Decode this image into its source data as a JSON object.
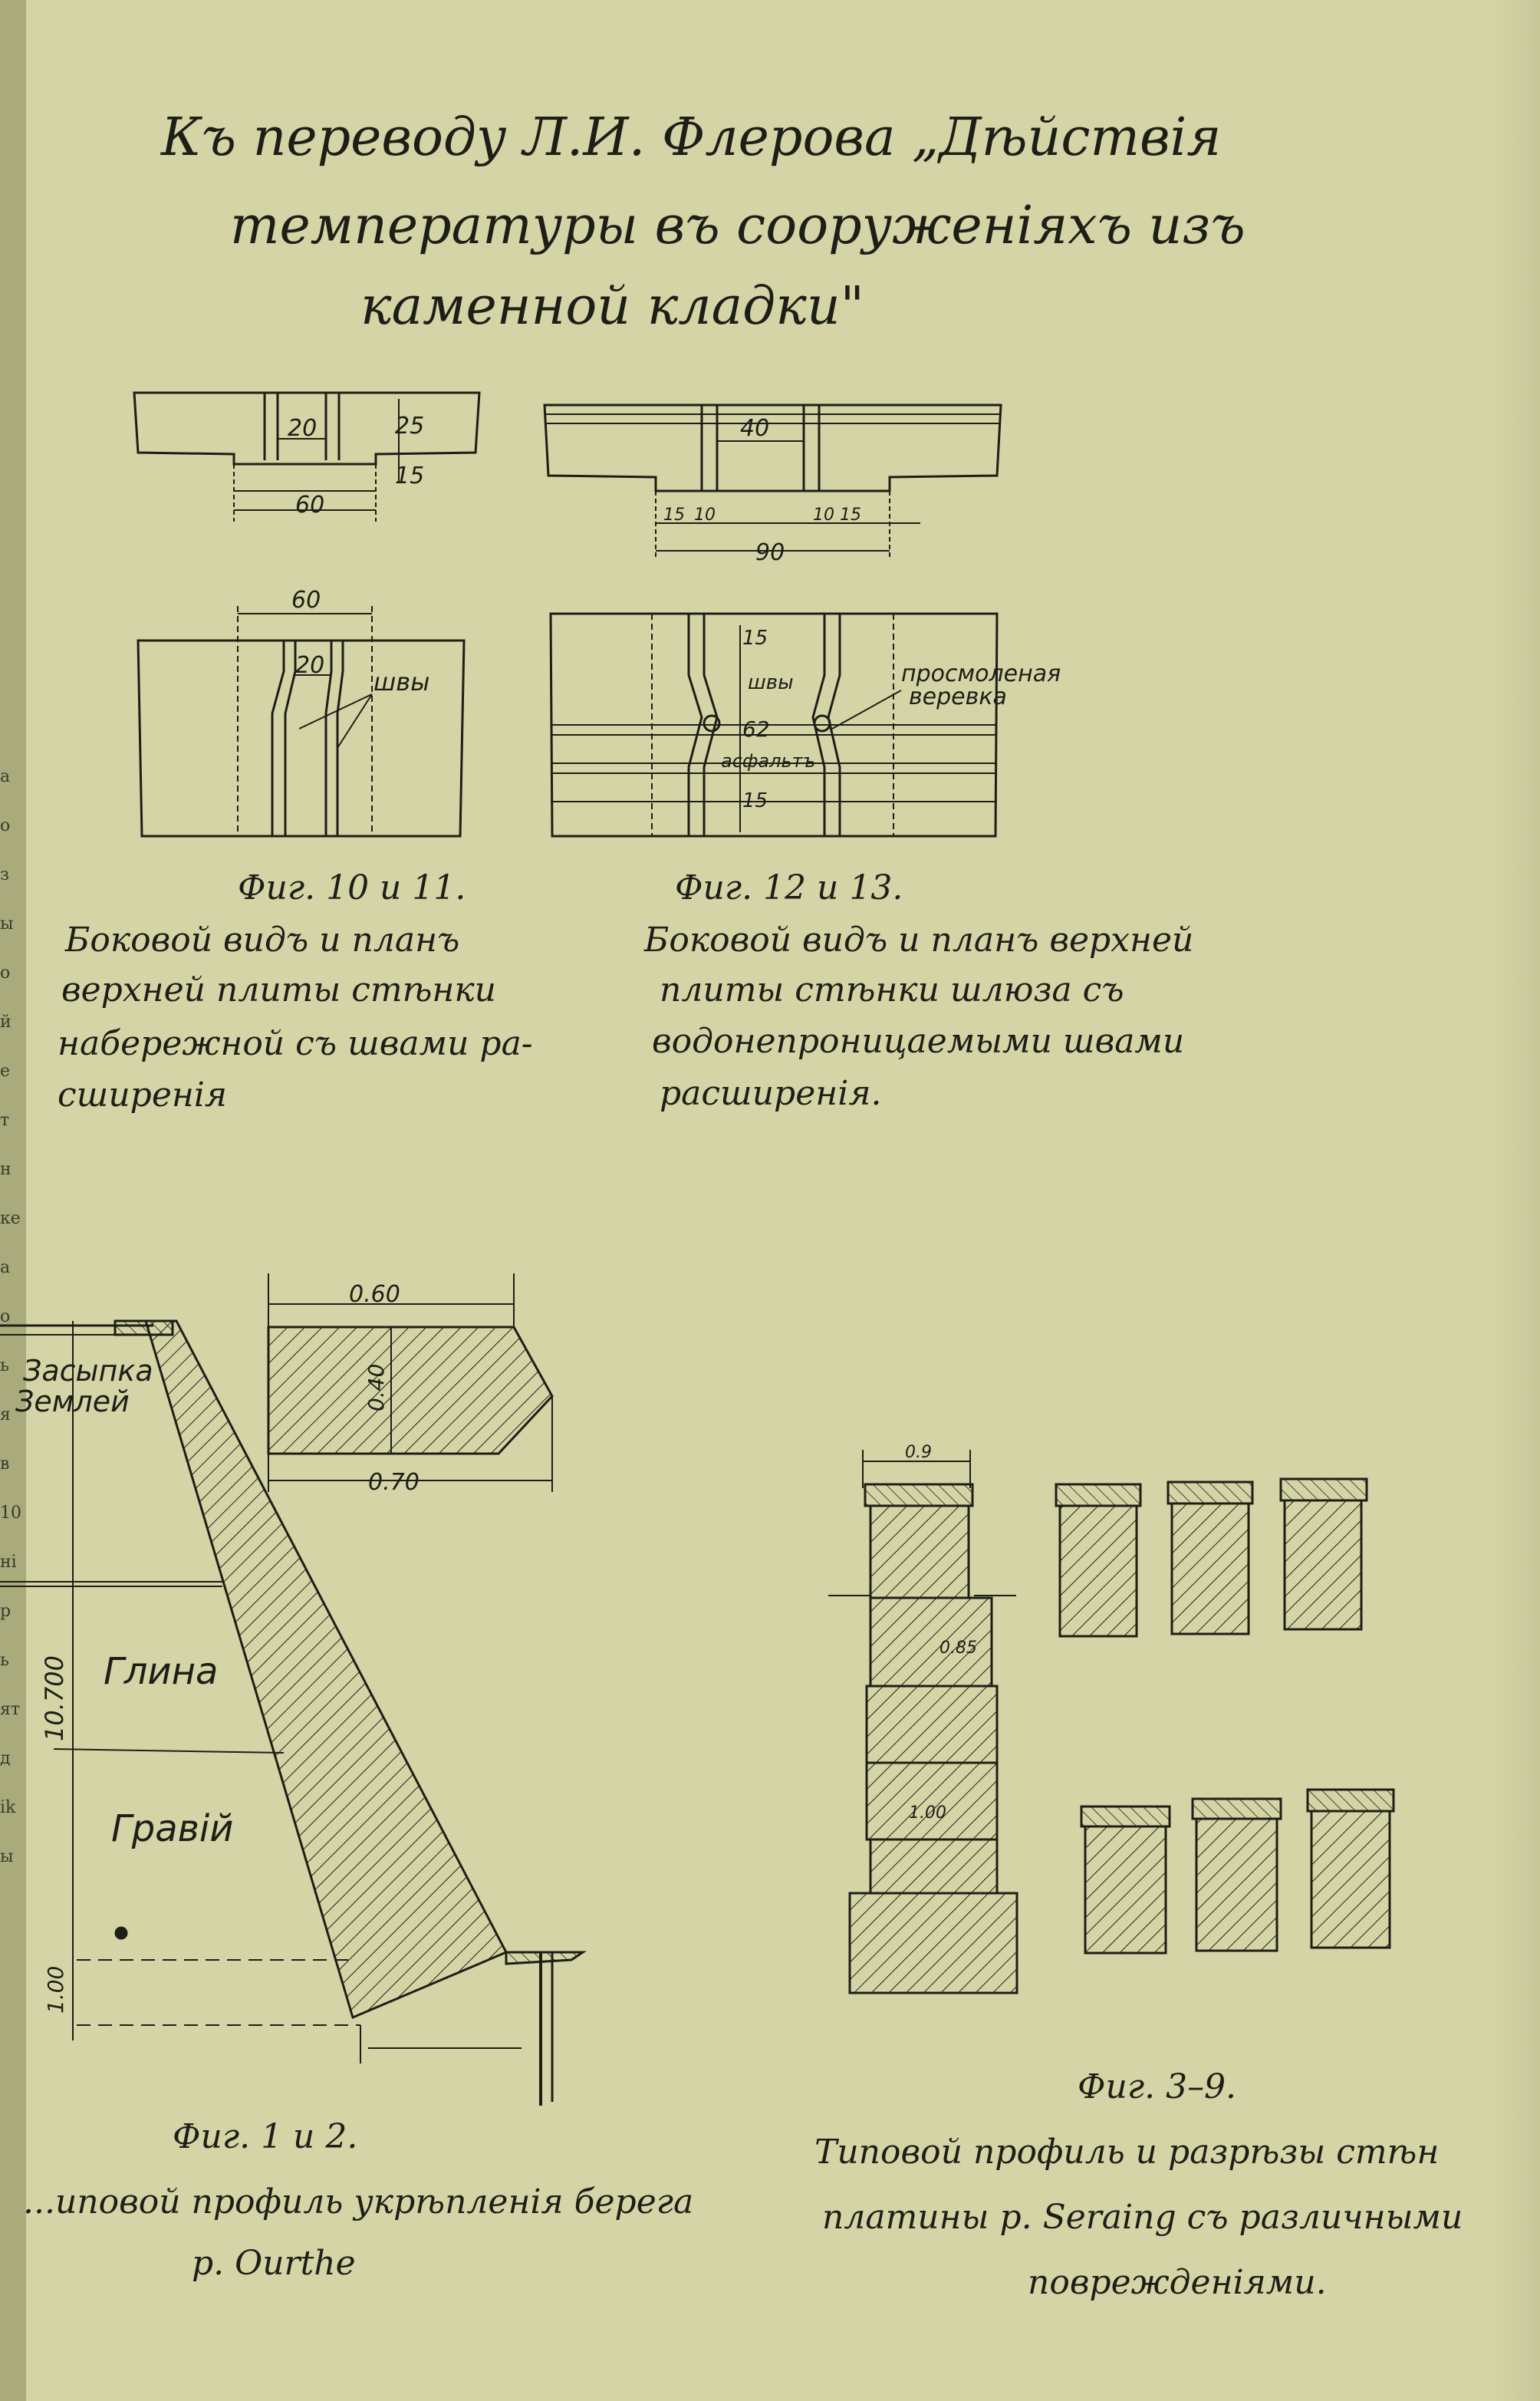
{
  "header": {
    "line1": "Къ переводу Л.И. Флерова „Дѣйствія",
    "line2": "температуры въ сооруженіяхъ изъ",
    "line3": "каменной кладки\""
  },
  "fig10_11": {
    "label": "Фиг. 10 и 11.",
    "caption1": "Боковой видъ и планъ",
    "caption2": "верхней плиты стѣнки",
    "caption3": "набережной съ швами ра-",
    "caption4": "сширенія",
    "dims": {
      "gap": "20",
      "height": "25",
      "step": "15",
      "width": "60",
      "plan_width": "60",
      "plan_gap": "20"
    },
    "seam_note": "швы"
  },
  "fig12_13": {
    "label": "Фиг. 12 и 13.",
    "caption1": "Боковой видъ и планъ верхней",
    "caption2": "плиты стѣнки шлюза съ",
    "caption3": "водонепроницаемыми швами",
    "caption4": "расширенія.",
    "dims": {
      "gap": "40",
      "d1": "15",
      "d2": "10",
      "d3": "10",
      "d4": "15",
      "width": "90",
      "p15a": "15",
      "p62": "62",
      "p15b": "15"
    },
    "note_rope": "просмоленая",
    "note_rope2": "веревка",
    "note_seams": "швы",
    "note_asphalt": "асфальтъ"
  },
  "fig1_2": {
    "label": "Фиг. 1 и 2.",
    "caption1": "...иповой профиль укрѣпленія берега",
    "caption2": "р. Ourthe",
    "fill_label1": "Засыпка",
    "fill_label2": "Землей",
    "clay": "Глина",
    "gravel": "Гравій",
    "height": "10.700",
    "depth": "1.00",
    "top_width": "0.60",
    "height_small": "0.40",
    "bottom_width": "0.70"
  },
  "fig3_9": {
    "label": "Фиг. 3–9.",
    "caption1": "Типовой профиль и разрѣзы стѣн",
    "caption2": "платины р. Sеraing съ различными",
    "caption3": "поврежденіями.",
    "dim_top": "0.9",
    "dim_mid": "0.85",
    "dim_bot": "1.00"
  },
  "margin": [
    "а",
    "о",
    "з",
    "ы",
    "о",
    "й",
    "e",
    "т",
    "н",
    "ке",
    "а",
    "о",
    "ь",
    "я",
    "в",
    "10",
    "ні",
    "р",
    "ь",
    "ят",
    "д",
    "ik",
    "ы"
  ]
}
